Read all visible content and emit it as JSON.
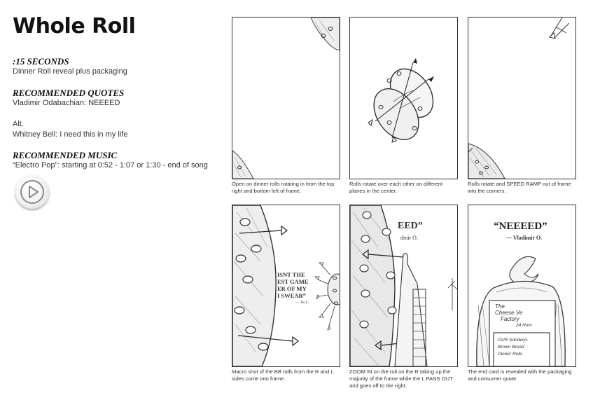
{
  "title": "Whole Roll",
  "sections": {
    "duration_heading": ":15 SECONDS",
    "duration_text": "Dinner Roll reveal plus packaging",
    "quotes_heading": "RECOMMENDED QUOTES",
    "quotes_text": "Vladimir Odabachian: NEEEED",
    "alt_label": "Alt.",
    "alt_text": "Whitney Bell: I need this in my life",
    "music_heading": "RECOMMENDED MUSIC",
    "music_text": "“Electro Pop”: starting at 0:52 - 1:07 or 1:30 - end of song"
  },
  "icons": {
    "play": "play-icon"
  },
  "panels": [
    {
      "caption": "Open on dinner rolls rotating in from the top right and bottom left of frame."
    },
    {
      "caption": "Rolls rotate over each other on different planes in the center."
    },
    {
      "caption": "Rolls rotate and SPEED RAMP out of frame into the corners."
    },
    {
      "caption": "Macro shot of the BB rolls from the R and L sides come into frame.",
      "sketch_text": [
        "ISNT THE",
        "EST GAME",
        "ER OF MY",
        "I SWEAR”",
        "— Jin L."
      ]
    },
    {
      "caption": "ZOOM IN on the roll on the R taking up the majority of the frame while the L PANS OUT and goes off to the right.",
      "sketch_text": [
        "EED”",
        "dmir O."
      ]
    },
    {
      "caption": "The end card is revealed with the packaging and consumer quote.",
      "sketch_text": [
        "“NEEEED”",
        "— Vladimir O.",
        "The",
        "Cheese Ve",
        "Factory",
        "24 Hom",
        "OUR Sandwys",
        "Brown Bread",
        "Dinner Rolls"
      ]
    }
  ]
}
